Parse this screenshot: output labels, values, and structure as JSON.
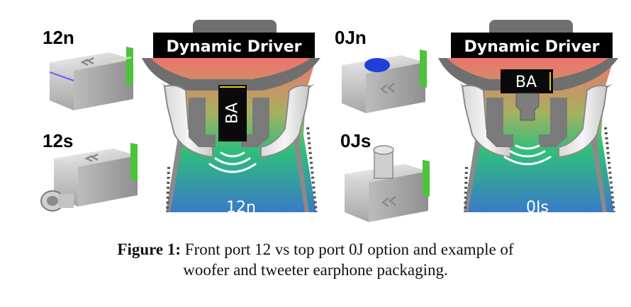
{
  "left_panel": {
    "driver_label": "Dynamic Driver",
    "ba_label": "BA",
    "port_label": "12n",
    "variants": [
      {
        "label": "12n"
      },
      {
        "label": "12s"
      }
    ]
  },
  "right_panel": {
    "driver_label": "Dynamic Driver",
    "ba_label": "BA",
    "port_label": "0Js",
    "variants": [
      {
        "label": "0Jn"
      },
      {
        "label": "0Js"
      }
    ]
  },
  "caption": {
    "prefix": "Figure 1:",
    "line1": " Front port 12 vs top port 0J option and example of",
    "line2": "woofer and tweeter earphone packaging."
  },
  "colors": {
    "gradient_top": "#f0726e",
    "gradient_mid": "#2fbf7a",
    "gradient_bottom": "#3a7ac8",
    "housing": "#6f6f6f",
    "green_accent": "#4cc43a",
    "blue_port": "#1f3fd8"
  }
}
